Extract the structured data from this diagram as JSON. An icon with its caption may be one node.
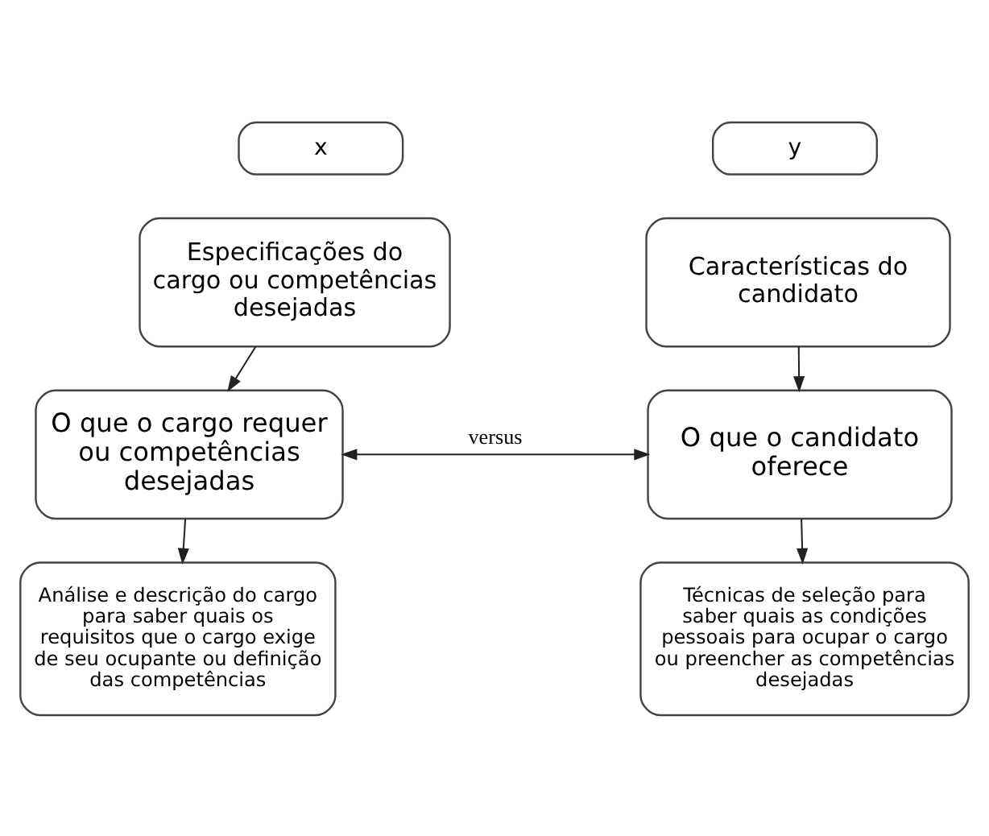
{
  "diagram": {
    "nodes": [
      {
        "text": [
          "x"
        ]
      },
      {
        "text": [
          "Especificações do cargo ou competências desejadas"
        ]
      },
      {
        "text": [
          "O que o cargo requer ou competências desejadas"
        ]
      },
      {
        "text": [
          "Análise e descrição do cargo para saber quais os requisitos que o cargo exige de seu ocupante ou definição das competências"
        ]
      },
      {
        "text": [
          "y"
        ]
      },
      {
        "text": [
          "Características do candidato"
        ]
      },
      {
        "text": [
          "O que o candidato oferece"
        ]
      },
      {
        "text": [
          "Técnicas de seleção para saber quais as condições pessoais para ocupar o cargo ou preencher as competências desejadas"
        ]
      }
    ],
    "edges": [
      {
        "from": 1,
        "to": 2,
        "arrow": "to"
      },
      {
        "from": 2,
        "to": 3,
        "arrow": "to"
      },
      {
        "from": 2,
        "to": 6,
        "arrow": "both",
        "label": "versus"
      },
      {
        "from": 5,
        "to": 6,
        "arrow": "to"
      },
      {
        "from": 6,
        "to": 7,
        "arrow": "to"
      }
    ]
  }
}
